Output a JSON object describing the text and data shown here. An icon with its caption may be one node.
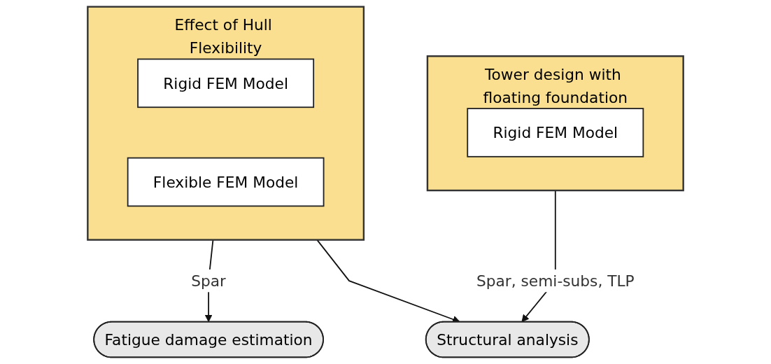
{
  "diagram": {
    "nodes": [
      {
        "text": [
          "Tower design with floating foundation"
        ]
      },
      {
        "text": [
          "Rigid FEM Model"
        ],
        "in": 0
      },
      {
        "text": [
          "Effect of Hull Flexibility"
        ]
      },
      {
        "text": [
          "Rigid FEM Model"
        ],
        "in": 2
      },
      {
        "text": [
          "Flexible FEM Model"
        ],
        "in": 2
      },
      {
        "text": [
          "Structural analysis"
        ]
      },
      {
        "text": [
          "Fatigue damage estimation"
        ]
      }
    ],
    "edges": [
      {
        "from": 0,
        "to": 5,
        "arrow": "to",
        "label": "Spar, semi-subs, TLP"
      },
      {
        "from": 2,
        "to": 6,
        "arrow": "to",
        "label": "Spar"
      },
      {
        "from": 2,
        "to": 5,
        "arrow": "to"
      }
    ]
  }
}
